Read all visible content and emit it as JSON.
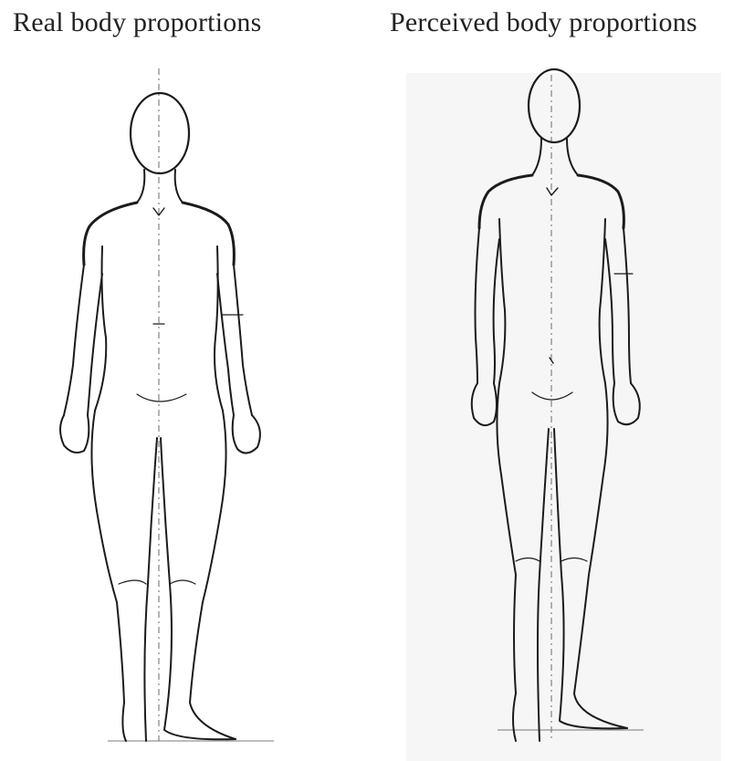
{
  "figures": [
    {
      "id": "real",
      "title": "Real body proportions"
    },
    {
      "id": "perceived",
      "title": "Perceived body proportions"
    }
  ]
}
